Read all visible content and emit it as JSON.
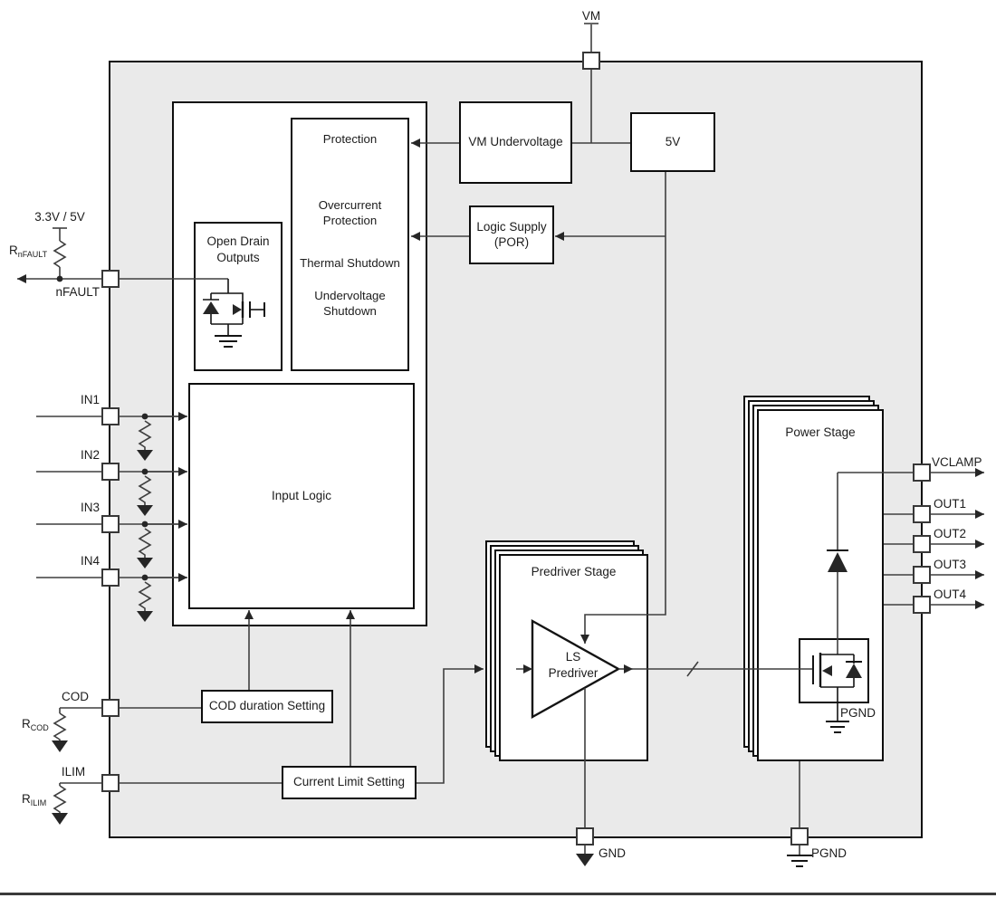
{
  "colors": {
    "chip_fill": "#eaeaea",
    "block_fill": "#ffffff",
    "block_border": "#0d0d0d",
    "wire": "#3f3f3f",
    "text": "#1c1c1c"
  },
  "pins": {
    "vm": "VM",
    "nfault": "nFAULT",
    "in1": "IN1",
    "in2": "IN2",
    "in3": "IN3",
    "in4": "IN4",
    "cod": "COD",
    "ilim": "ILIM",
    "gnd": "GND",
    "pgnd": "PGND",
    "vclamp": "VCLAMP",
    "out1": "OUT1",
    "out2": "OUT2",
    "out3": "OUT3",
    "out4": "OUT4"
  },
  "external": {
    "supply_rail": "3.3V / 5V",
    "r_nfault": {
      "base": "R",
      "sub": "nFAULT"
    },
    "r_cod": {
      "base": "R",
      "sub": "COD"
    },
    "r_ilim": {
      "base": "R",
      "sub": "ILIM"
    }
  },
  "blocks": {
    "vm_undervoltage": "VM Undervoltage",
    "regulator_5v": "5V",
    "logic_supply": {
      "line1": "Logic Supply",
      "line2": "(POR)"
    },
    "protection": {
      "title": "Protection",
      "item1": "Overcurrent Protection",
      "item2": "Thermal Shutdown",
      "item3": "Undervoltage Shutdown"
    },
    "open_drain": "Open Drain Outputs",
    "input_logic": "Input Logic",
    "cod_duration": "COD duration Setting",
    "current_limit": "Current Limit Setting",
    "predriver": {
      "title": "Predriver Stage",
      "inner": "LS Predriver"
    },
    "power_stage": {
      "title": "Power Stage",
      "pgnd_label": "PGND"
    }
  }
}
